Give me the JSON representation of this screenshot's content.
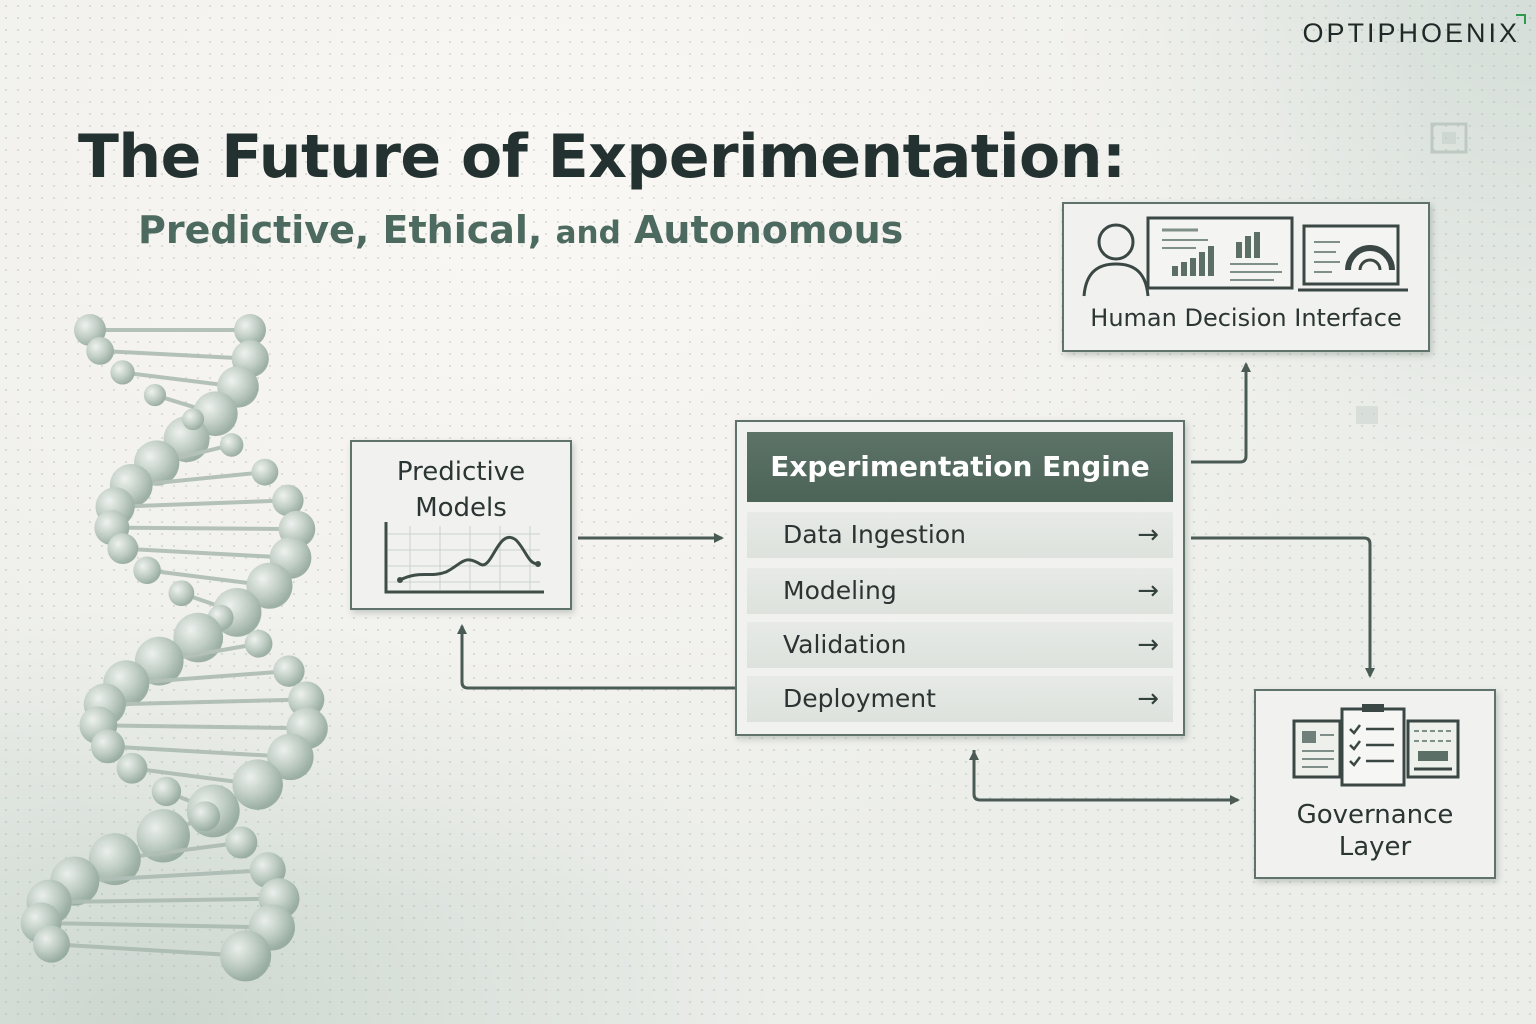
{
  "brand": {
    "name": "OPTIPHOENIX"
  },
  "title": "The Future of Experimentation:",
  "subtitle": {
    "part1": "Predictive, Ethical,",
    "part2": "and",
    "part3": "Autonomous"
  },
  "nodes": {
    "predictive_models": "Predictive Models",
    "human_decision_interface": "Human Decision Interface",
    "governance_layer": "Governance Layer",
    "engine": {
      "title": "Experimentation Engine",
      "steps": [
        "Data Ingestion",
        "Modeling",
        "Validation",
        "Deployment"
      ]
    }
  },
  "arrow_glyph": "→",
  "colors": {
    "engine_header": "#4c6358",
    "connector": "#4a5a55",
    "brand_accent": "#2e9a4f"
  }
}
